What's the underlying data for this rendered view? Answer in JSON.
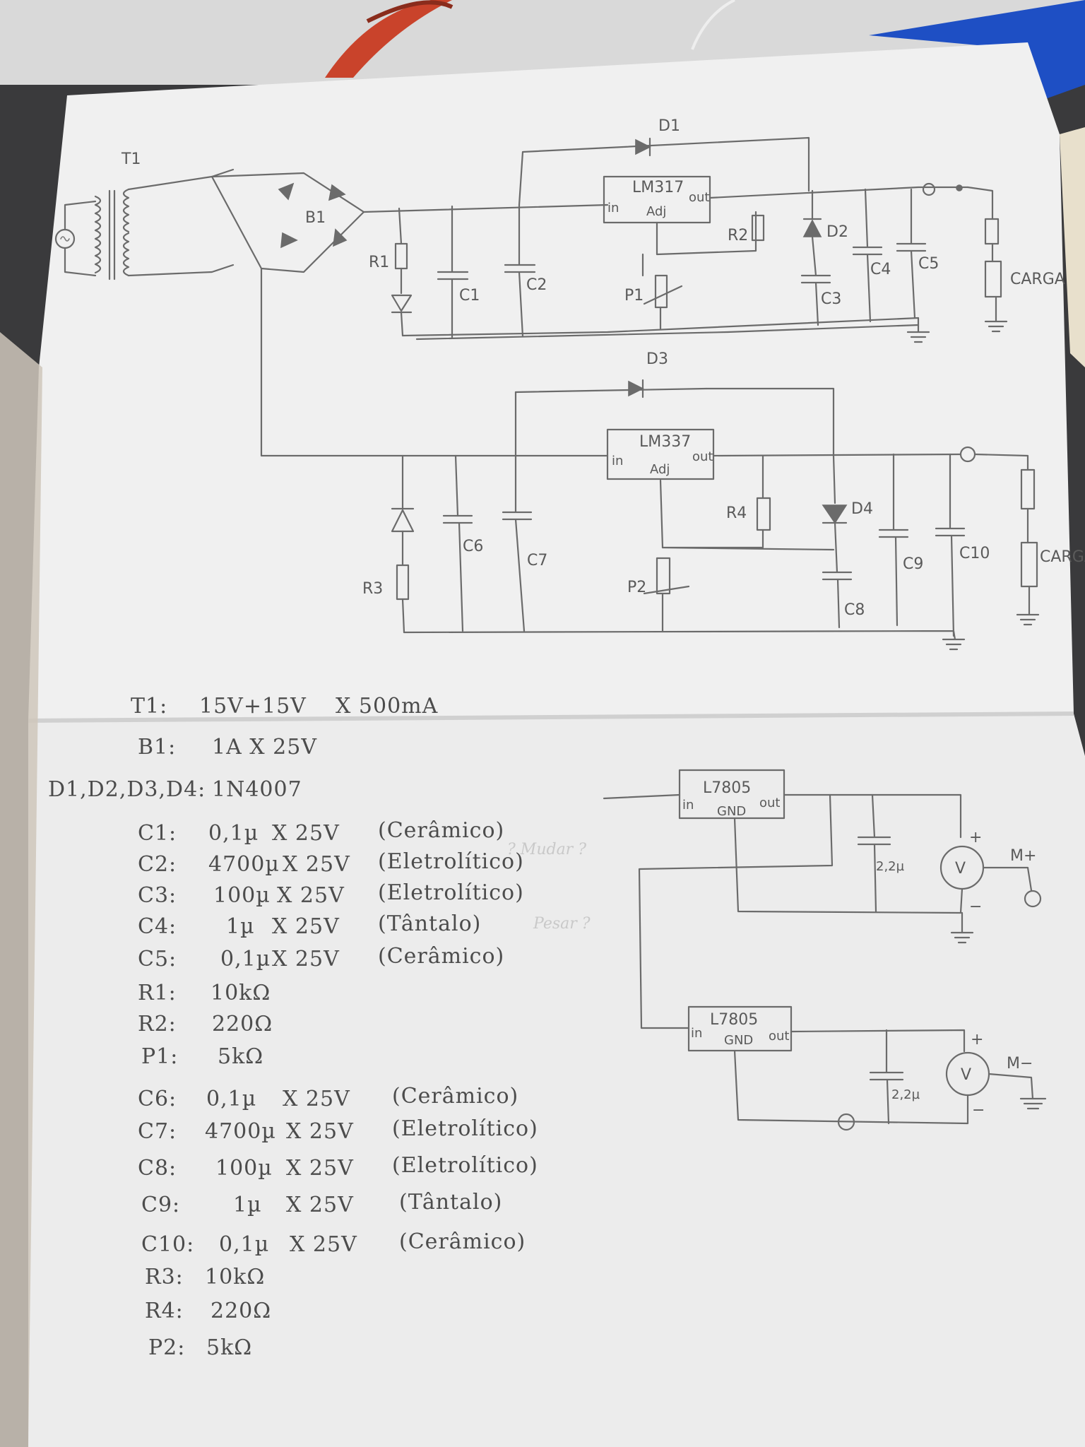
{
  "schematic": {
    "top_regulator": {
      "transformer": "T1",
      "bridge": "B1",
      "regulator": "LM317",
      "reg_in": "in",
      "reg_out": "out",
      "reg_adj": "Adj",
      "diode_top": "D1",
      "diode_shunt": "D2",
      "resistors": [
        "R1",
        "R2"
      ],
      "pot": "P1",
      "caps": [
        "C1",
        "C2",
        "C3",
        "C4",
        "C5"
      ],
      "load": "CARGA"
    },
    "bottom_regulator": {
      "regulator": "LM337",
      "reg_in": "in",
      "reg_out": "out",
      "reg_adj": "Adj",
      "diode_top": "D3",
      "diode_shunt": "D4",
      "resistors": [
        "R3",
        "R4"
      ],
      "pot": "P2",
      "caps": [
        "C6",
        "C7",
        "C8",
        "C9",
        "C10"
      ],
      "load": "CARGA"
    },
    "meter_section": {
      "reg_upper": "L7805",
      "reg_lower": "L7805",
      "reg_in": "in",
      "reg_out": "out",
      "reg_gnd": "GND",
      "cap_value": "2,2µ",
      "meter_symbol": "V",
      "m_plus": "M+",
      "m_minus": "M−",
      "plus": "+",
      "minus": "−"
    }
  },
  "parts_list": [
    {
      "ref": "T1:",
      "value": "15V+15V",
      "spec": "X 500mA",
      "note": ""
    },
    {
      "ref": "B1:",
      "value": "1A X 25V",
      "spec": "",
      "note": ""
    },
    {
      "ref": "D1,D2,D3,D4:",
      "value": "1N4007",
      "spec": "",
      "note": ""
    },
    {
      "ref": "C1:",
      "value": "0,1µ",
      "spec": "X 25V",
      "note": "(Cerâmico)"
    },
    {
      "ref": "C2:",
      "value": "4700µ",
      "spec": "X 25V",
      "note": "(Eletrolítico)"
    },
    {
      "ref": "C3:",
      "value": "100µ",
      "spec": "X 25V",
      "note": "(Eletrolítico)"
    },
    {
      "ref": "C4:",
      "value": "1µ",
      "spec": "X 25V",
      "note": "(Tântalo)"
    },
    {
      "ref": "C5:",
      "value": "0,1µ",
      "spec": "X 25V",
      "note": "(Cerâmico)"
    },
    {
      "ref": "R1:",
      "value": "10kΩ",
      "spec": "",
      "note": ""
    },
    {
      "ref": "R2:",
      "value": "220Ω",
      "spec": "",
      "note": ""
    },
    {
      "ref": "P1:",
      "value": "5kΩ",
      "spec": "",
      "note": ""
    },
    {
      "ref": "C6:",
      "value": "0,1µ",
      "spec": "X 25V",
      "note": "(Cerâmico)"
    },
    {
      "ref": "C7:",
      "value": "4700µ",
      "spec": "X 25V",
      "note": "(Eletrolítico)"
    },
    {
      "ref": "C8:",
      "value": "100µ",
      "spec": "X 25V",
      "note": "(Eletrolítico)"
    },
    {
      "ref": "C9:",
      "value": "1µ",
      "spec": "X 25V",
      "note": "(Tântalo)"
    },
    {
      "ref": "C10:",
      "value": "0,1µ",
      "spec": "X 25V",
      "note": "(Cerâmico)"
    },
    {
      "ref": "R3:",
      "value": "10kΩ",
      "spec": "",
      "note": ""
    },
    {
      "ref": "R4:",
      "value": "220Ω",
      "spec": "",
      "note": ""
    },
    {
      "ref": "P2:",
      "value": "5kΩ",
      "spec": "",
      "note": ""
    }
  ],
  "faint_notes": [
    "? Mudar ?",
    "Pesar ?"
  ],
  "colors": {
    "paper": "#f1f1f1",
    "ink": "#6b6b6b",
    "background": "#3a3a3c",
    "tool_handle": "#c9432b",
    "tool_blue": "#1e4fc4"
  }
}
